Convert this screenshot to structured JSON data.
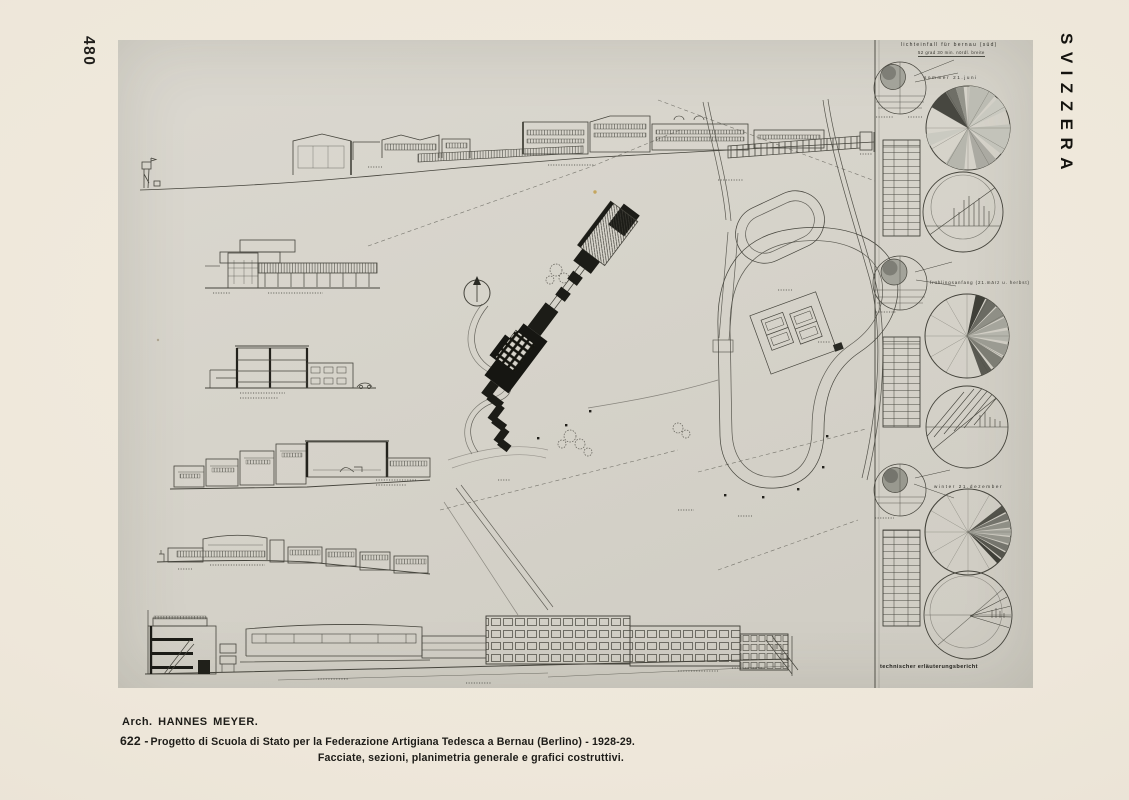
{
  "page": {
    "number": "480",
    "region_label": "SVIZZERA"
  },
  "caption": {
    "architect": "Arch. HANNES MEYER.",
    "number_label": "622 -",
    "title": "Progetto di Scuola di Stato per la Federazione Artigiana Tedesca a Bernau (Berlino) - 1928-29.",
    "subtitle": "Facciate, sezioni, planimetria generale e grafici costruttivi."
  },
  "plate": {
    "diagram_column": {
      "header_line1": "lichteinfall für bernau (süd)",
      "header_line2": "52 grad 30 min. nördl. breite",
      "groups": [
        {
          "season_label": "sommer 21.juni"
        },
        {
          "season_label": "frühlingsanfang (21.märz u. herbst)"
        },
        {
          "season_label": "winter 21.dezember"
        }
      ],
      "footer": "technischer erläuterungsbericht"
    }
  },
  "colors": {
    "paper": "#efe9dd",
    "plate": "#d6d3ca",
    "ink": "#1f1e1b"
  }
}
